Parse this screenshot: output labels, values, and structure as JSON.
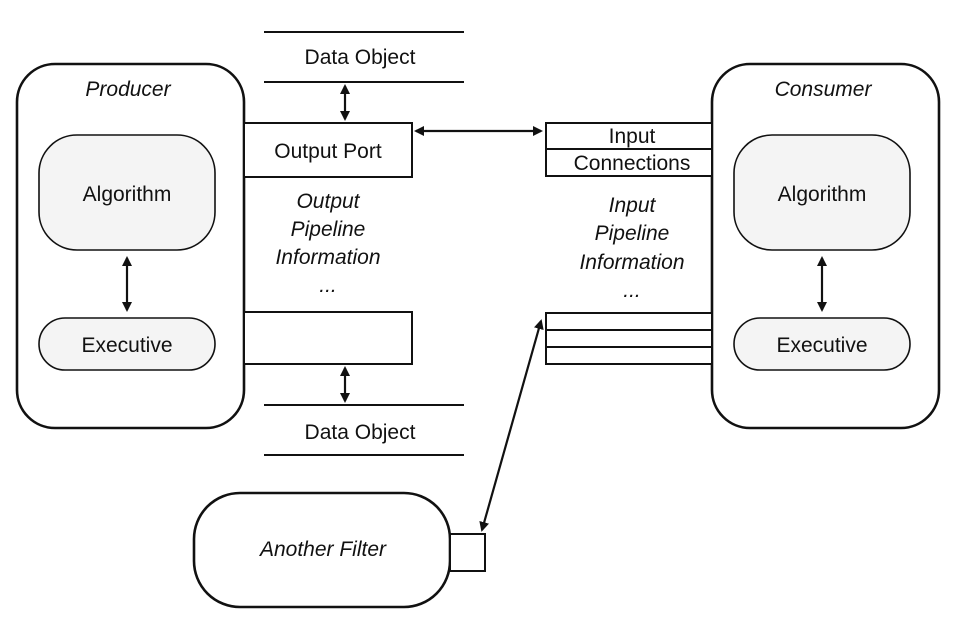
{
  "producer": {
    "title": "Producer",
    "algorithm": "Algorithm",
    "executive": "Executive"
  },
  "consumer": {
    "title": "Consumer",
    "algorithm": "Algorithm",
    "executive": "Executive"
  },
  "top_data_object": "Data Object",
  "bottom_data_object": "Data Object",
  "output_port": "Output Port",
  "output_info": {
    "line1": "Output",
    "line2": "Pipeline",
    "line3": "Information",
    "ellipsis": "..."
  },
  "input_connections": {
    "line1": "Input",
    "line2": "Connections"
  },
  "input_info": {
    "line1": "Input",
    "line2": "Pipeline",
    "line3": "Information",
    "ellipsis": "..."
  },
  "another_filter": "Another Filter"
}
